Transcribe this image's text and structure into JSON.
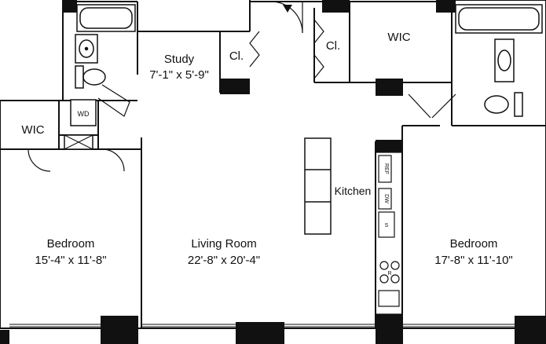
{
  "rooms": {
    "study": {
      "name": "Study",
      "dims": "7'-1\" x 5'-9\""
    },
    "closet_left": {
      "name": "Cl."
    },
    "closet_right": {
      "name": "Cl."
    },
    "wic_top": {
      "name": "WIC"
    },
    "wic_left": {
      "name": "WIC"
    },
    "washer_dryer": {
      "name": "WD"
    },
    "bedroom_left": {
      "name": "Bedroom",
      "dims": "15'-4\" x 11'-8\""
    },
    "living_room": {
      "name": "Living Room",
      "dims": "22'-8\" x  20'-4\""
    },
    "bedroom_right": {
      "name": "Bedroom",
      "dims": "17'-8\" x 11'-10\""
    },
    "kitchen": {
      "name": "Kitchen"
    }
  },
  "appliances": {
    "refrigerator": "REF",
    "dishwasher": "DW",
    "sink": "S",
    "range": "R"
  }
}
